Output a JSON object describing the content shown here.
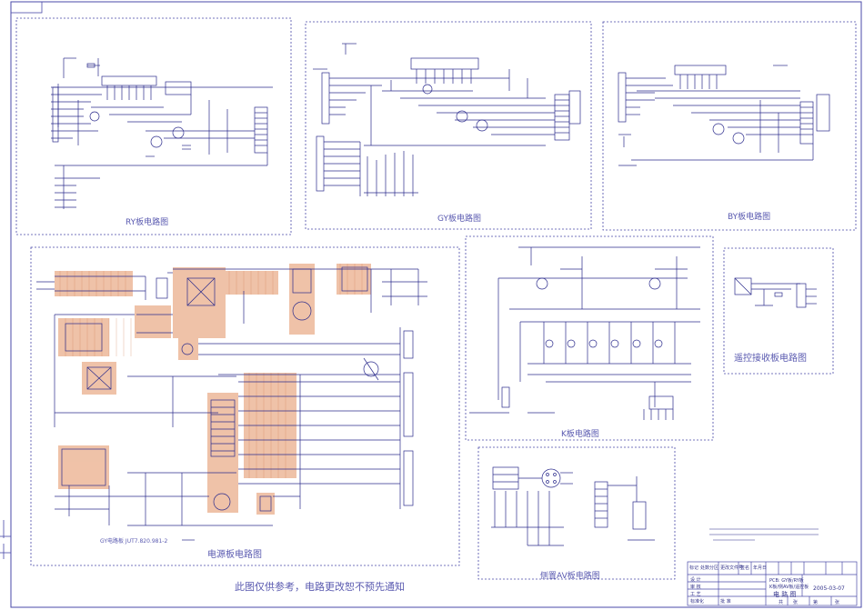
{
  "boards": {
    "ry": "RY板电路图",
    "gy": "GY板电路图",
    "by": "BY板电路图",
    "k": "K板电路图",
    "remote": "遥控接收板电路图",
    "power": "电源板电路图",
    "side_av": "侧置AV板电路图"
  },
  "power_board_code": "GY电路板 JUT7.820.981-2",
  "footer_notice": "此图仅供参考，电路更改恕不预先通知",
  "title_block": {
    "date": "2005-03-07",
    "model_line1": "PCB: GY板/RY板",
    "model_line2": "K板/侧AV板/遥控板",
    "drawing_name": "电 路 图",
    "row_labels": [
      "设 计",
      "审 核",
      "工 艺",
      "标准化",
      "批 准"
    ],
    "header_cells": [
      "标记",
      "处数",
      "分区",
      "更改文件号",
      "签名",
      "年月日"
    ],
    "sheet_cells": [
      "共",
      "张",
      "第",
      "张"
    ]
  },
  "palette": {
    "line": "#2b2b8c",
    "border": "#4a4aa8",
    "text": "#5a5ab0",
    "highlight": "#e8a27a"
  }
}
